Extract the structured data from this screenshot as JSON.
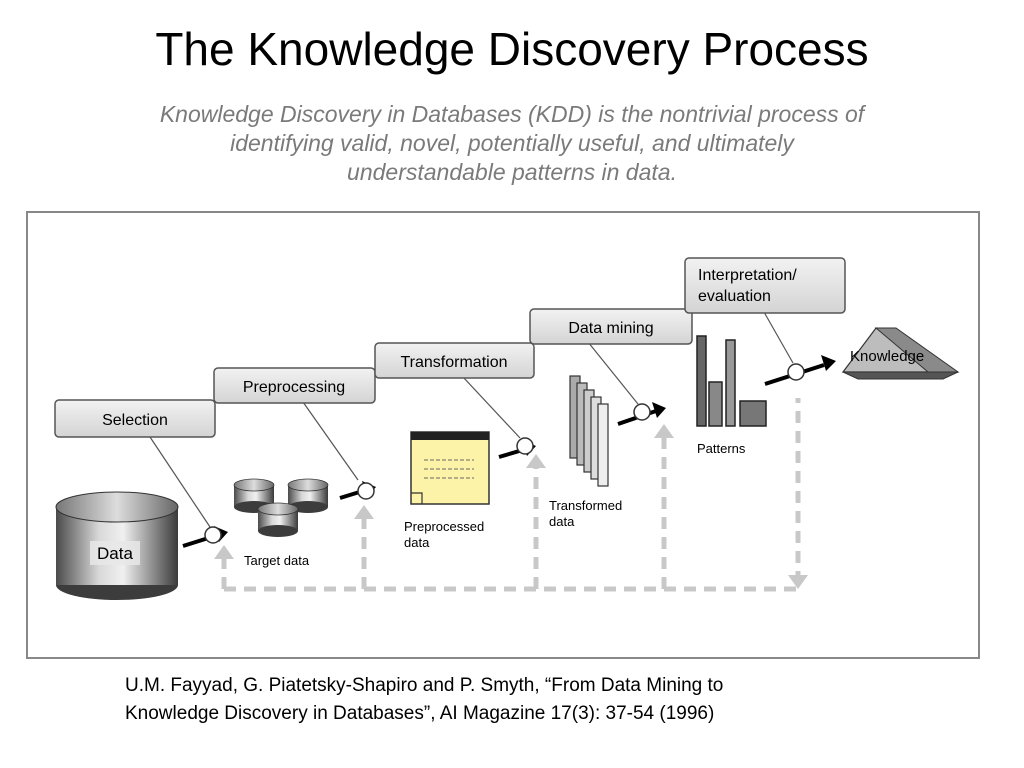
{
  "slide": {
    "title": "The Knowledge Discovery Process",
    "subtitle": "Knowledge Discovery in Databases (KDD) is the nontrivial process of identifying valid, novel, potentially useful, and ultimately understandable patterns in data.",
    "citation_line1": "U.M. Fayyad, G. Piatetsky-Shapiro and P. Smyth, “From Data Mining to",
    "citation_line2": "Knowledge Discovery in Databases”, AI Magazine 17(3): 37-54 (1996)"
  },
  "diagram": {
    "steps": {
      "selection": "Selection",
      "preprocessing": "Preprocessing",
      "transformation": "Transformation",
      "data_mining": "Data mining",
      "interpretation_line1": "Interpretation/",
      "interpretation_line2": "evaluation"
    },
    "artifacts": {
      "data": "Data",
      "target_data": "Target data",
      "preprocessed_line1": "Preprocessed",
      "preprocessed_line2": "data",
      "transformed_line1": "Transformed",
      "transformed_line2": "data",
      "patterns": "Patterns",
      "knowledge": "Knowledge"
    }
  }
}
